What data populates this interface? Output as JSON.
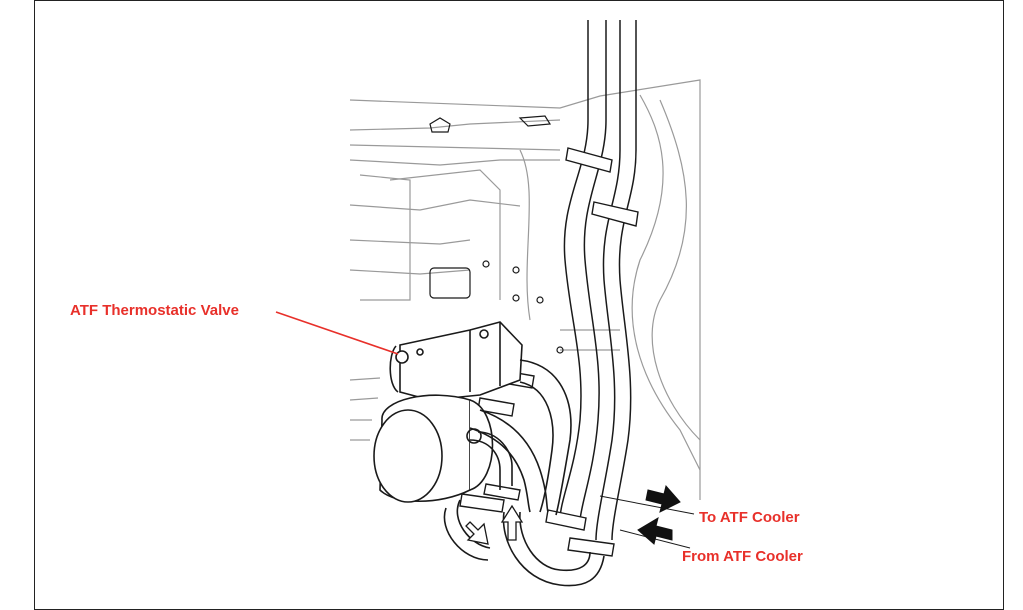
{
  "labels": {
    "thermostatic_valve": "ATF Thermostatic Valve",
    "to_cooler": "To ATF Cooler",
    "from_cooler": "From ATF Cooler"
  },
  "colors": {
    "label": "#e8302a",
    "line": "#1a1a1a",
    "light_line": "#9a9a9a"
  }
}
